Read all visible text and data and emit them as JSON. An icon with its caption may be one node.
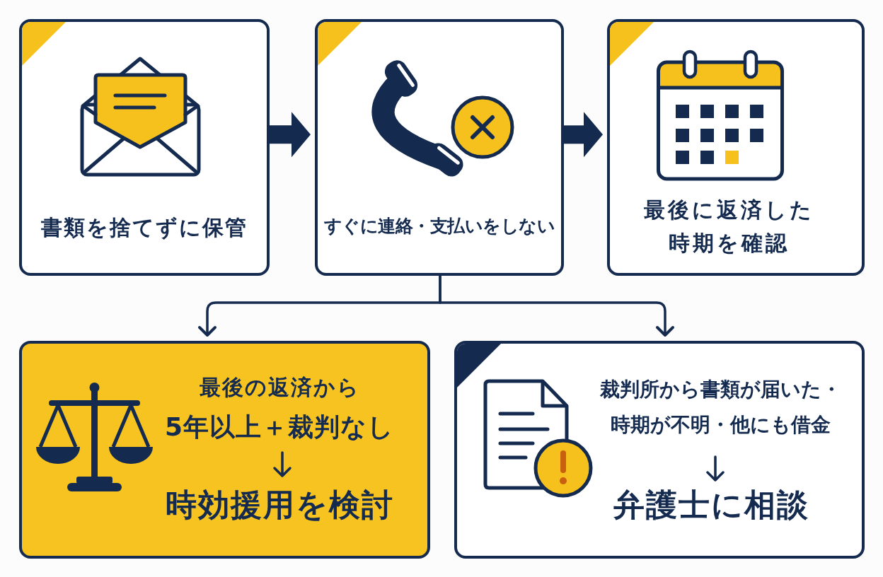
{
  "diagram": {
    "nodes": [
      {
        "text": [
          "書類を捨てずに保管"
        ]
      },
      {
        "text": [
          "すぐに連絡・支払いをしない"
        ]
      },
      {
        "text": [
          "最後に返済した時期を確認"
        ]
      },
      {
        "text": [
          "最後の返済から",
          "5年以上＋裁判なし",
          "時効援用を検討"
        ]
      },
      {
        "text": [
          "裁判所から書類が届いた・時期が不明・他にも借金",
          "弁護士に相談"
        ]
      }
    ],
    "edges": [
      {
        "from": 0,
        "to": 1,
        "arrow": "to",
        "style": "thick"
      },
      {
        "from": 1,
        "to": 2,
        "arrow": "to",
        "style": "thick"
      },
      {
        "from": 1,
        "to": 3,
        "arrow": "to"
      },
      {
        "from": 1,
        "to": 4,
        "arrow": "to"
      }
    ]
  }
}
